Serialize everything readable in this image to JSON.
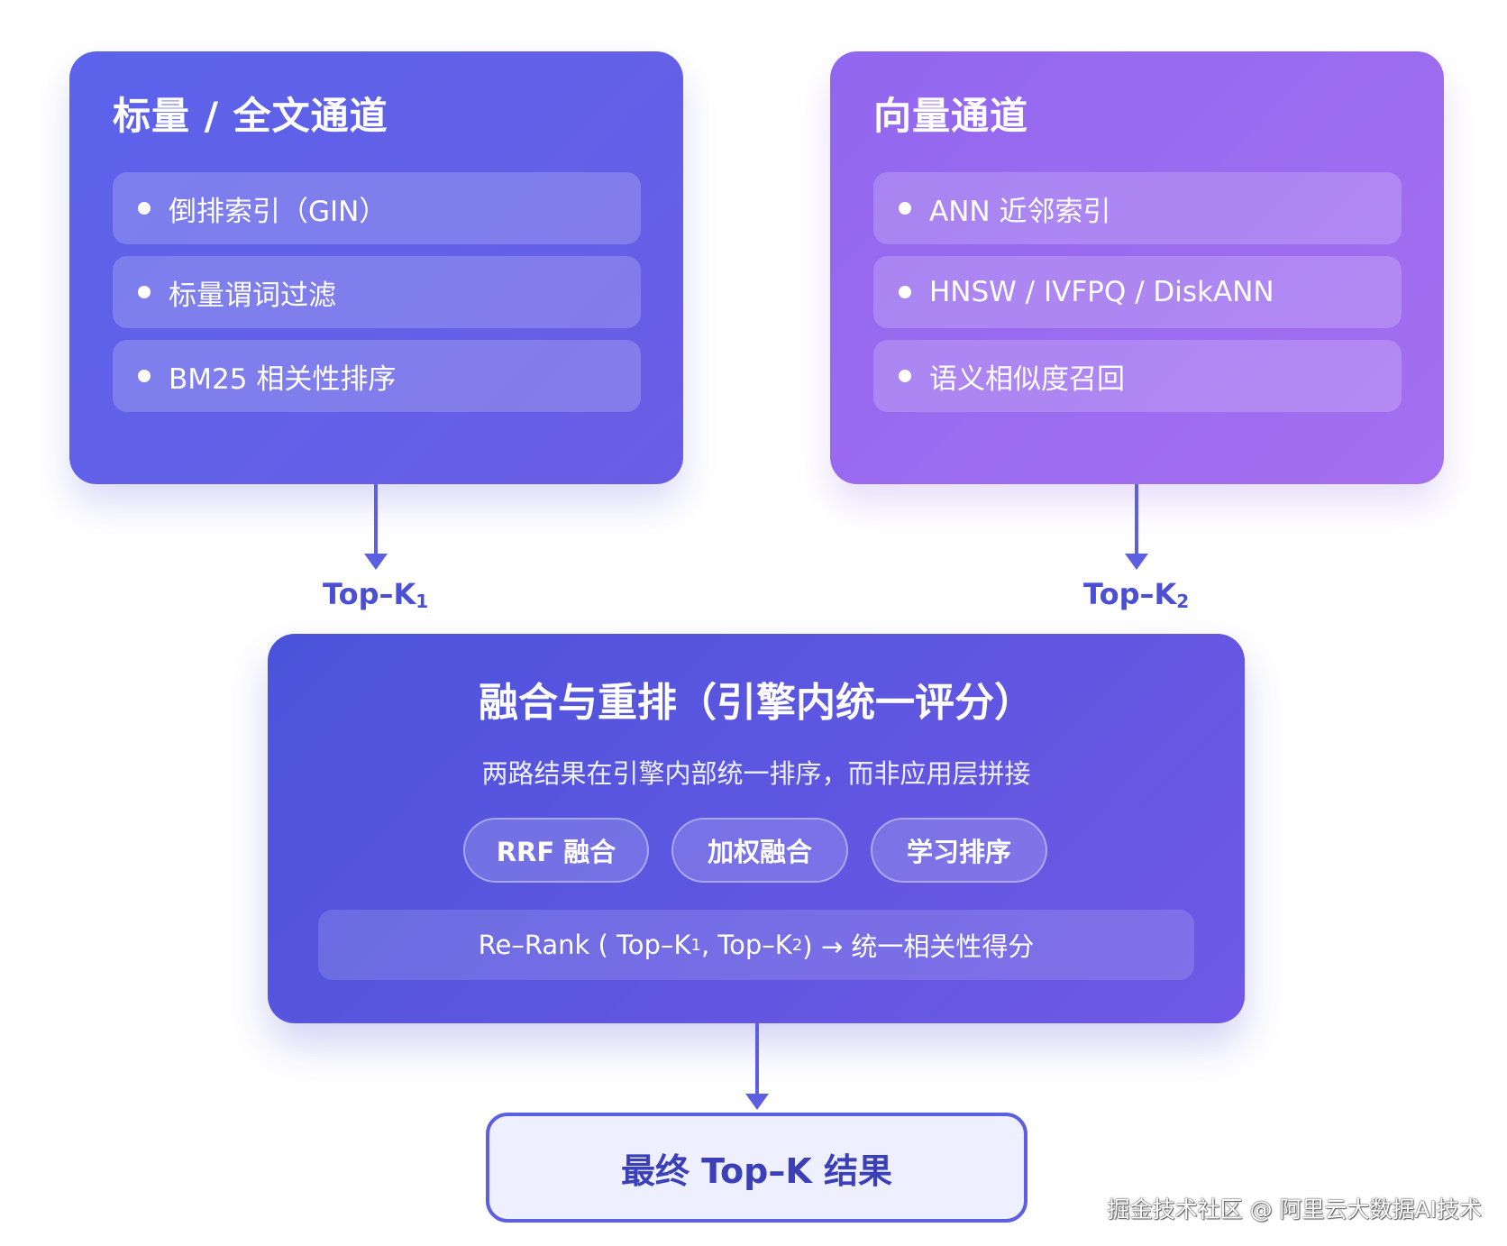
{
  "left_channel": {
    "title": "标量 / 全文通道",
    "items": [
      "倒排索引（GIN）",
      "标量谓词过滤",
      "BM25 相关性排序"
    ]
  },
  "right_channel": {
    "title": "向量通道",
    "items": [
      "ANN 近邻索引",
      "HNSW / IVFPQ / DiskANN",
      "语义相似度召回"
    ]
  },
  "left_output": {
    "text": "Top–K",
    "sub": "1"
  },
  "right_output": {
    "text": "Top–K",
    "sub": "2"
  },
  "fusion": {
    "title": "融合与重排（引擎内统一评分）",
    "subtitle": "两路结果在引擎内部统一排序，而非应用层拼接",
    "methods": [
      "RRF 融合",
      "加权融合",
      "学习排序"
    ],
    "formula": {
      "prefix": "Re–Rank ( Top–K",
      "sub1": "1",
      "mid": " , Top–K",
      "sub2": "2",
      "suffix": " ) → 统一相关性得分"
    }
  },
  "final_result": "最终 Top–K 结果",
  "watermark": "掘金技术社区 @ 阿里云大数据AI技术",
  "colors": {
    "left_card": "#5b63ea",
    "right_card": "#9d6cf0",
    "center_card": "#5556df",
    "arrow": "#5b5fe0",
    "label": "#4b4fd3"
  }
}
